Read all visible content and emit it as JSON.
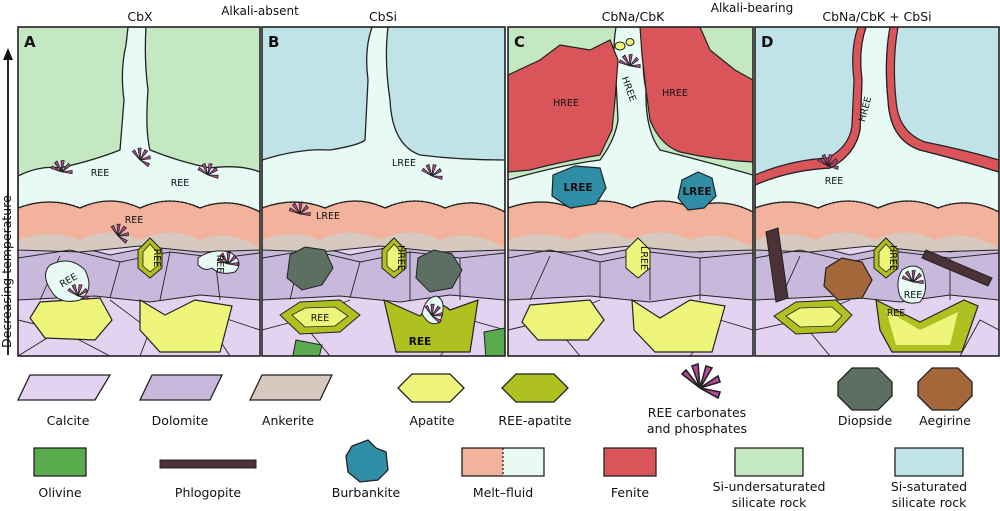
{
  "axis_label": "Decreasing temperature",
  "groups": {
    "alkali_absent": "Alkali-absent",
    "alkali_bearing": "Alkali-bearing"
  },
  "panels": [
    {
      "letter": "A",
      "title": "CbX",
      "country_rock": "Si-undersaturated silicate rock"
    },
    {
      "letter": "B",
      "title": "CbSi",
      "country_rock": "Si-saturated silicate rock"
    },
    {
      "letter": "C",
      "title": "CbNa/CbK",
      "country_rock": "Si-undersaturated silicate rock"
    },
    {
      "letter": "D",
      "title": "CbNa/CbK + CbSi",
      "country_rock": "Si-saturated silicate rock"
    }
  ],
  "inner_labels": {
    "a_ree_left": "REE",
    "a_ree_right": "REE",
    "a_ree_melt": "REE",
    "a_ree_apatite": "REE",
    "a_ree_pocket1": "REE",
    "a_ree_pocket2": "REE",
    "b_lree_fluid": "LREE",
    "b_lree_melt": "LREE",
    "b_hree_apatite": "HREE",
    "b_ree_apatite": "REE",
    "b_ree_big": "REE",
    "c_hree_vein": "HREE",
    "c_hree_left": "HREE",
    "c_hree_right": "HREE",
    "c_lree_left": "LREE",
    "c_lree_right": "LREE",
    "c_lree_apatite": "LREE",
    "d_hree_vein": "HREE",
    "d_ree_fluid": "REE",
    "d_hree_apatite": "HREE",
    "d_ree_pocket": "REE",
    "d_ree_apatite": "REE"
  },
  "legend": [
    {
      "key": "calcite",
      "label": "Calcite"
    },
    {
      "key": "dolomite",
      "label": "Dolomite"
    },
    {
      "key": "ankerite",
      "label": "Ankerite"
    },
    {
      "key": "apatite",
      "label": "Apatite"
    },
    {
      "key": "ree_apatite",
      "label": "REE-apatite"
    },
    {
      "key": "ree_carbonates",
      "label": "REE carbonates",
      "label2": "and phosphates"
    },
    {
      "key": "diopside",
      "label": "Diopside"
    },
    {
      "key": "aegirine",
      "label": "Aegirine"
    },
    {
      "key": "olivine",
      "label": "Olivine"
    },
    {
      "key": "phlogopite",
      "label": "Phlogopite"
    },
    {
      "key": "burbankite",
      "label": "Burbankite"
    },
    {
      "key": "melt_fluid",
      "label": "Melt–fluid"
    },
    {
      "key": "fenite",
      "label": "Fenite"
    },
    {
      "key": "si_under",
      "label": "Si-undersaturated",
      "label2": "silicate rock"
    },
    {
      "key": "si_sat",
      "label": "Si-saturated",
      "label2": "silicate rock"
    }
  ],
  "colors": {
    "calcite": "#e4d2f1",
    "dolomite": "#c8b8dc",
    "ankerite": "#d7c9bf",
    "apatite": "#eef57a",
    "ree_apatite": "#afc021",
    "ree_mineral": "#b8489c",
    "diopside": "#5d6f62",
    "aegirine": "#a4673a",
    "olivine": "#5aaa4e",
    "phlogopite": "#4a3236",
    "burbankite": "#2f8ea5",
    "melt": "#f2b29b",
    "fluid": "#e7faf3",
    "fenite": "#d9555a",
    "si_under": "#c4e9c2",
    "si_sat": "#bfe3e7",
    "outline": "#222222"
  }
}
